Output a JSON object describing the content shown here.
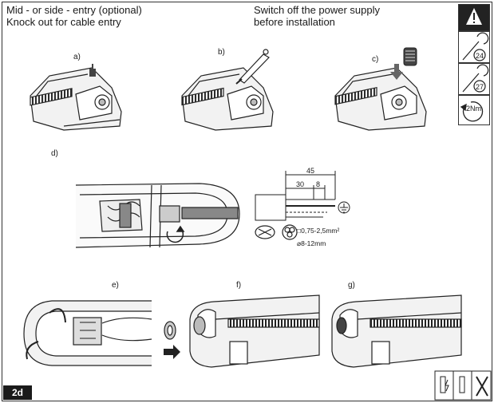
{
  "header": {
    "left_line1": "Mid - or side - entry (optional)",
    "left_line2": "Knock out for cable entry",
    "right_line1": "Switch off the power supply",
    "right_line2": "before installation"
  },
  "steps": {
    "a": "a)",
    "b": "b)",
    "c": "c)",
    "d": "d)",
    "e": "e)",
    "f": "f)",
    "g": "g)"
  },
  "dimensions": {
    "total": "45",
    "inner": "30",
    "end": "8"
  },
  "specs": {
    "cross_section": "0,75-2,5mm²",
    "diameter": "8-12mm"
  },
  "tools": {
    "wrench1": "24",
    "wrench2": "27",
    "torque": "2Nm"
  },
  "page_label": "2d",
  "colors": {
    "line": "#1a1a1a",
    "fill_light": "#f2f2f2",
    "fill_mid": "#cfcfcf",
    "fill_dark": "#555555"
  },
  "icons": [
    "warning-icon",
    "wrench-icon",
    "torque-icon",
    "screwdriver-icon",
    "cable-gland-icon",
    "no-power-icon"
  ]
}
